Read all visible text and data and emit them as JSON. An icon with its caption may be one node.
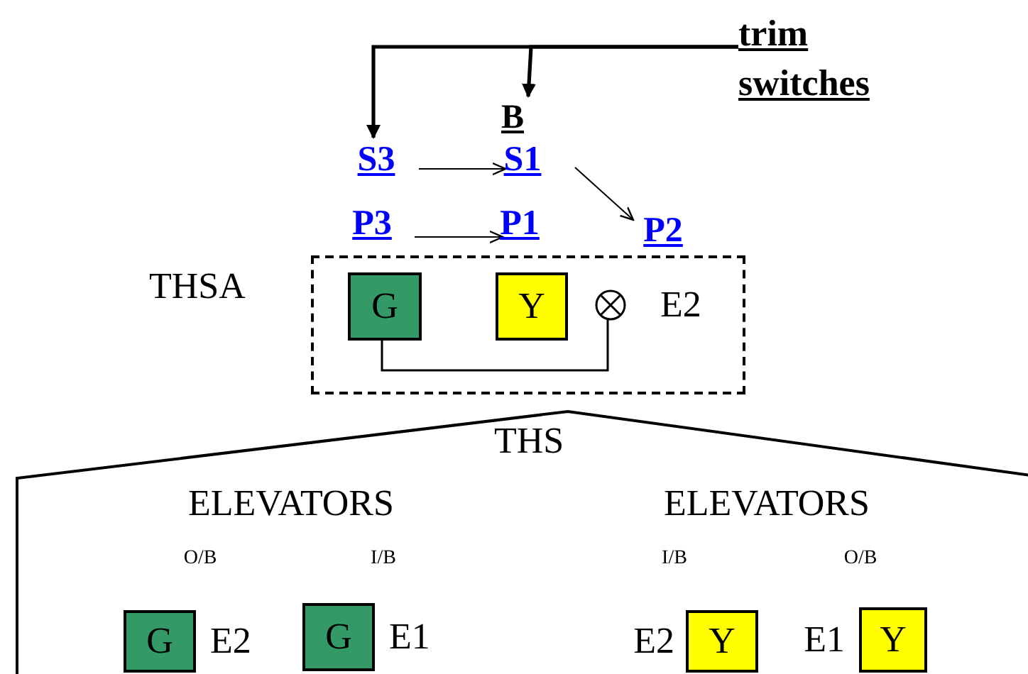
{
  "diagram": {
    "nodes": [
      {
        "text": [
          "trim switches"
        ]
      },
      {
        "text": [
          "B"
        ]
      },
      {
        "text": [
          "S3"
        ]
      },
      {
        "text": [
          "S1"
        ]
      },
      {
        "text": [
          "P3"
        ]
      },
      {
        "text": [
          "P1"
        ]
      },
      {
        "text": [
          "P2"
        ]
      },
      {
        "text": [
          "THSA"
        ]
      },
      {
        "text": [
          "G"
        ],
        "in": 7
      },
      {
        "text": [
          "Y"
        ],
        "in": 7
      },
      {
        "text": [],
        "shape": "circle",
        "in": 7,
        "beside": [
          "E2"
        ]
      },
      {
        "text": [
          "THS"
        ]
      },
      {
        "text": [
          "G"
        ],
        "in": 11,
        "beside": [
          "E2"
        ]
      },
      {
        "text": [
          "G"
        ],
        "in": 11,
        "beside": [
          "E1"
        ]
      },
      {
        "text": [
          "Y"
        ],
        "in": 11,
        "beside": [
          "E2"
        ]
      },
      {
        "text": [
          "Y"
        ],
        "in": 11,
        "beside": [
          "E1"
        ]
      }
    ],
    "edges": [
      {
        "from": 0,
        "to": 2,
        "arrow": "to",
        "style": "thick"
      },
      {
        "from": 0,
        "to": 1,
        "arrow": "to",
        "style": "thick"
      },
      {
        "from": 2,
        "to": 3,
        "arrow": "to"
      },
      {
        "from": 4,
        "to": 5,
        "arrow": "to"
      },
      {
        "from": 3,
        "to": 6,
        "arrow": "to"
      },
      {
        "from": 8,
        "to": 10,
        "arrow": "none"
      }
    ],
    "labels": [
      "ELEVATORS",
      "ELEVATORS",
      "O/B",
      "I/B",
      "I/B",
      "O/B"
    ]
  }
}
